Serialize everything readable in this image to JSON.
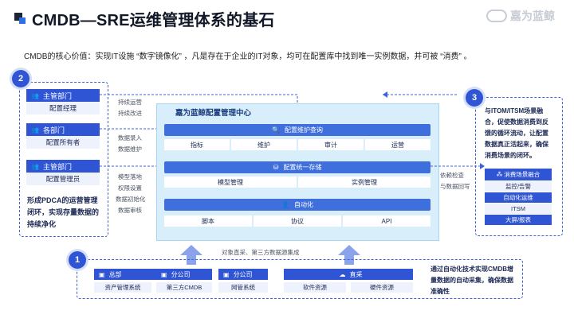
{
  "title": "CMDB—SRE运维管理体系的基石",
  "logo_text": "嘉为蓝鲸",
  "intro": "CMDB的核心价值：实现IT设施 “数字镜像化” ，凡是存在于企业的IT对象，均可在配置库中找到唯一实例数据，并可被 “消费” 。",
  "badges": [
    "1",
    "2",
    "3"
  ],
  "left": {
    "cards": [
      {
        "top": "主管部门",
        "bottom": "配置经理"
      },
      {
        "top": "各部门",
        "bottom": "配置所有者"
      },
      {
        "top": "主管部门",
        "bottom": "配置管理员"
      }
    ],
    "note": "形成PDCA的运营管理闭环，实现存量数据的持续净化"
  },
  "labels": {
    "l1a": "持续运营",
    "l1b": "持续改进",
    "l2a": "数据录入",
    "l2b": "数据维护",
    "l3a": "模型落地",
    "l3b": "权限设置",
    "l3c": "数据初始化",
    "l3d": "数据审核",
    "r1": "依赖检查",
    "r2": "与数据回写",
    "bottom": "对象直采、第三方数据源集成"
  },
  "center": {
    "title": "嘉为蓝鲸配置管理中心",
    "bar1": "配置维护查询",
    "row1": [
      "指标",
      "维护",
      "审计",
      "运营"
    ],
    "bar2": "配置统一存储",
    "row2": [
      "模型管理",
      "实例管理"
    ],
    "bar3": "自动化",
    "row3": [
      "脚本",
      "协议",
      "API"
    ]
  },
  "right": {
    "text": "与ITOM/ITSM场景融合，促使数据消费到反馈的循环流动，让配置数据真正活起来，确保消费场景的闭环。",
    "head": "消费场景融合",
    "items": [
      "监控/告警",
      "自动化运维",
      "ITSM",
      "大屏/报表"
    ]
  },
  "bottom": {
    "groups": [
      {
        "head": "总部",
        "items": [
          "资产管理系统",
          "第三方CMDB"
        ]
      },
      {
        "head": "分公司",
        "items": [
          "网管系统"
        ]
      },
      {
        "head": "分公司",
        "items": []
      },
      {
        "head": "直采",
        "items": [
          "软件资源",
          "硬件资源"
        ]
      }
    ],
    "note": "通过自动化技术实现CMDB增量数据的自动采集，确保数据准确性"
  }
}
